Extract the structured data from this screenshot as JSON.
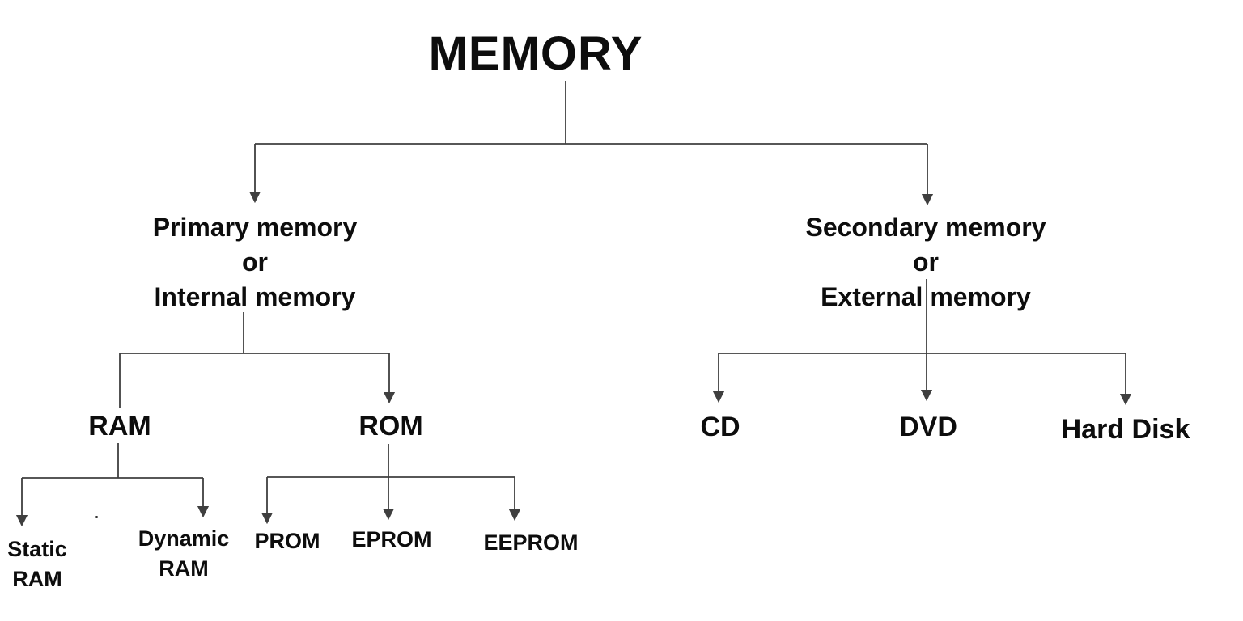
{
  "colors": {
    "line_color": "#3f3f3f",
    "text_color": "#0d0d0d",
    "background": "#ffffff"
  },
  "tree": {
    "label": "MEMORY",
    "children": [
      {
        "id": "primary-memory",
        "label_lines": [
          "Primary memory",
          "or",
          "Internal memory"
        ],
        "children": [
          {
            "id": "ram",
            "label": "RAM",
            "children": [
              {
                "id": "static-ram",
                "label_lines": [
                  "Static",
                  "RAM"
                ]
              },
              {
                "id": "dynamic-ram",
                "label_lines": [
                  "Dynamic",
                  "RAM"
                ]
              }
            ]
          },
          {
            "id": "rom",
            "label": "ROM",
            "children": [
              {
                "id": "prom",
                "label": "PROM"
              },
              {
                "id": "eprom",
                "label": "EPROM"
              },
              {
                "id": "eeprom",
                "label": "EEPROM"
              }
            ]
          }
        ]
      },
      {
        "id": "secondary-memory",
        "label_lines": [
          "Secondary memory",
          "or",
          "External memory"
        ],
        "children": [
          {
            "id": "cd",
            "label": "CD"
          },
          {
            "id": "dvd",
            "label": "DVD"
          },
          {
            "id": "hard-disk",
            "label": "Hard Disk"
          }
        ]
      }
    ]
  }
}
